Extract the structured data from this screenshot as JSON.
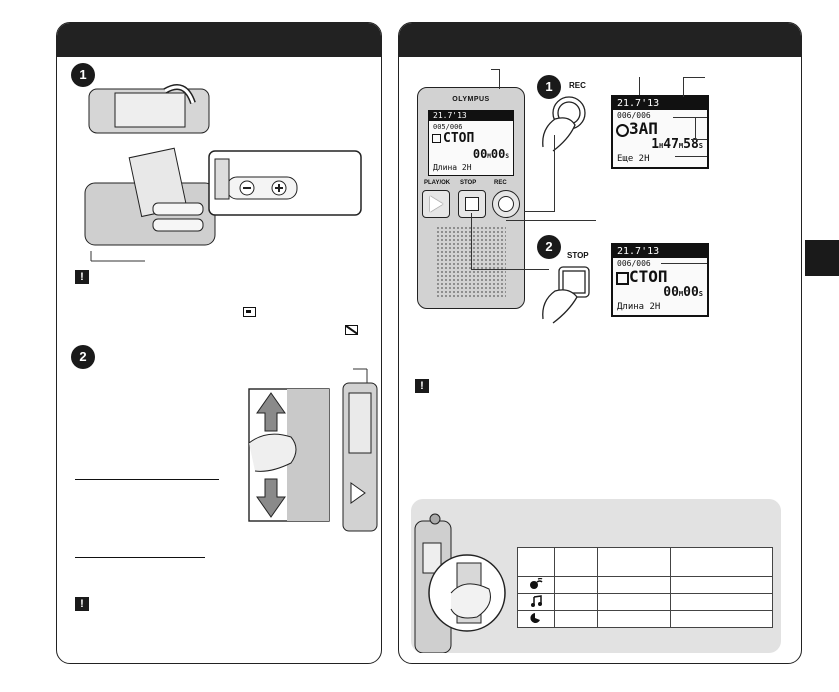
{
  "recorder": {
    "brand": "OLYMPUS",
    "buttons": {
      "play_ok": "PLAY/OK",
      "stop": "STOP",
      "rec": "REC"
    },
    "callouts": {
      "rec": "REC",
      "stop": "STOP"
    }
  },
  "display_main": {
    "top_bar": "21.7'13",
    "folder_line": "005/006",
    "state": "СТОП",
    "time_min": "00",
    "time_min_unit": "M",
    "time_sec": "00",
    "time_sec_unit": "S",
    "footer": "Длина 2H"
  },
  "display_rec": {
    "top_bar": "21.7'13",
    "folder_line": "006/006",
    "state": "ЗАП",
    "time_h": "1",
    "time_h_unit": "H",
    "time_min": "47",
    "time_min_unit": "M",
    "time_sec": "58",
    "time_sec_unit": "S",
    "footer": "Еще 2H"
  },
  "display_stop": {
    "top_bar": "21.7'13",
    "folder_line": "006/006",
    "state": "СТОП",
    "time_min": "00",
    "time_min_unit": "M",
    "time_sec": "00",
    "time_sec_unit": "S",
    "footer": "Длина 2H"
  },
  "icons": {
    "step": "step-number-icon",
    "caution": "caution-icon",
    "battery_full": "battery-full-icon",
    "battery_empty": "battery-empty-icon",
    "mic_mode_1": "mic-dictation-icon",
    "mic_mode_2": "music-note-icon",
    "mic_mode_3": "mic-conference-icon"
  },
  "colors": {
    "header": "#222222",
    "inset_background": "#e2e2e2",
    "device_body": "#cfcfcf"
  }
}
